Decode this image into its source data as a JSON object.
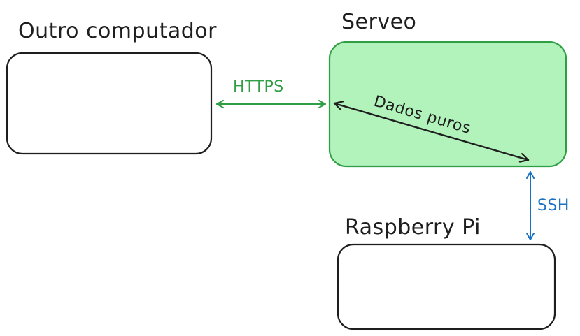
{
  "nodes": {
    "other_computer": {
      "title": "Outro computador"
    },
    "serveo": {
      "title": "Serveo"
    },
    "raspberry": {
      "title": "Raspberry Pi"
    }
  },
  "edges": {
    "https": {
      "label": "HTTPS"
    },
    "raw_data": {
      "label": "Dados puros"
    },
    "ssh": {
      "label": "SSH"
    }
  },
  "colors": {
    "stroke_dark": "#1e1e1e",
    "serveo_fill": "#b2f2bb",
    "serveo_stroke": "#2f9e44",
    "https_color": "#2f9e44",
    "ssh_color": "#1971c2"
  }
}
